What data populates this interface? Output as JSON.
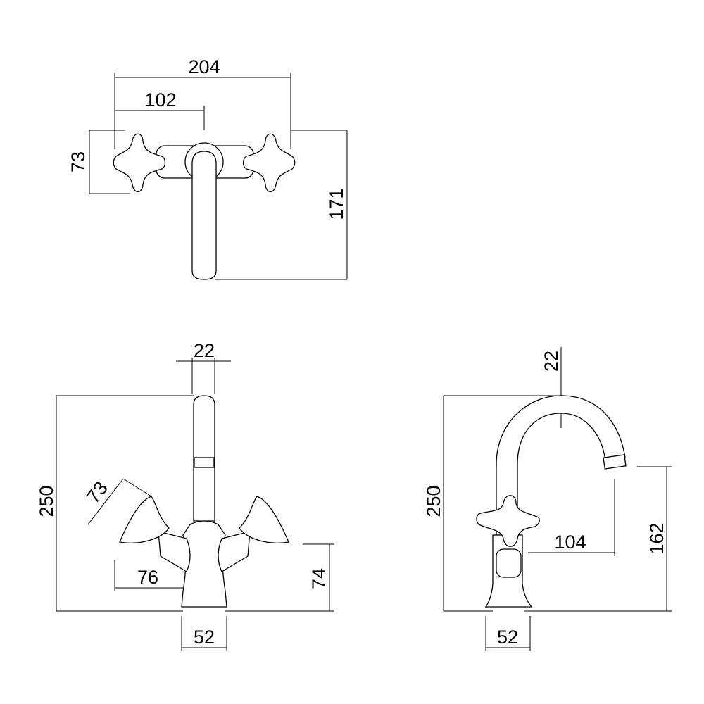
{
  "top_view": {
    "width_total": "204",
    "center_offset": "102",
    "handle_span": "73",
    "depth": "171"
  },
  "front_view": {
    "spout_diameter": "22",
    "height": "250",
    "handle_size": "73",
    "handle_reach": "76",
    "base_to_handle": "74",
    "base_width": "52"
  },
  "side_view": {
    "spout_diameter": "22",
    "height": "250",
    "spout_reach": "104",
    "outlet_height": "162",
    "base_width": "52"
  }
}
